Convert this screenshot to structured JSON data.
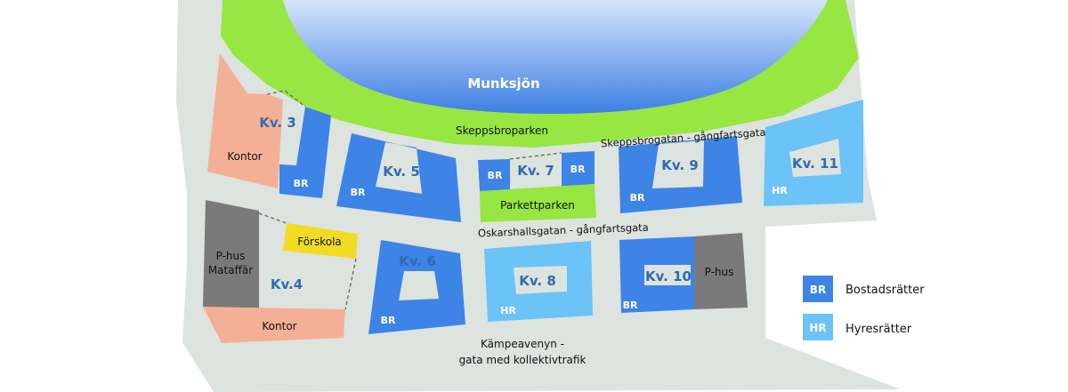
{
  "map": {
    "lake_name": "Munksjön",
    "park_name": "Skeppsbroparken",
    "inner_park_name": "Parkettparken",
    "streets": {
      "north": "Skeppsbrogatan - gångfartsgata",
      "middle": "Oskarshallsgatan - gångfartsgata",
      "south_line1": "Kämpeavenyn -",
      "south_line2": "gata med kollektivtrafik"
    },
    "blocks": {
      "kv3": "Kv. 3",
      "kv4": "Kv.4",
      "kv5": "Kv. 5",
      "kv6": "Kv. 6",
      "kv7": "Kv. 7",
      "kv8": "Kv. 8",
      "kv9": "Kv. 9",
      "kv10": "Kv. 10",
      "kv11": "Kv. 11"
    },
    "labels": {
      "kontor_north": "Kontor",
      "kontor_south": "Kontor",
      "forskola": "Förskola",
      "phus_mataffar_line1": "P-hus",
      "phus_mataffar_line2": "Mataffär",
      "phus_east": "P-hus"
    },
    "tenure": {
      "br": "BR",
      "hr": "HR"
    }
  },
  "legend": {
    "br_code": "BR",
    "br_label": "Bostadsrätter",
    "hr_code": "HR",
    "hr_label": "Hyresrätter"
  },
  "colors": {
    "ground": "#dde3df",
    "lake_top": "#d6e4fa",
    "lake_bottom": "#3d7fe4",
    "park": "#97e642",
    "bostadsratt": "#3d84e6",
    "hyresratt": "#6bc3f7",
    "kontor": "#f4b096",
    "forskola": "#f2dc22",
    "parking": "#7a7a7a",
    "kv_text": "#2e6bb3"
  }
}
